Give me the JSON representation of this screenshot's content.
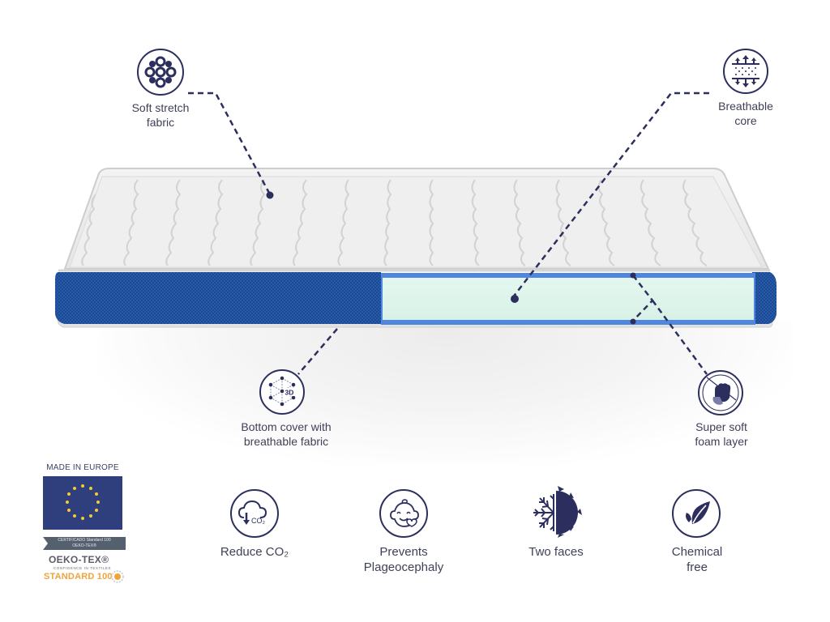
{
  "callouts": {
    "soft_stretch_fabric": {
      "icon": "fabric-weave-icon",
      "line1": "Soft stretch",
      "line2": "fabric"
    },
    "breathable_core": {
      "icon": "airflow-layers-icon",
      "line1": "Breathable",
      "line2": "core"
    },
    "bottom_cover": {
      "icon": "3d-mesh-icon",
      "icon_text": "3D",
      "line1": "Bottom cover with",
      "line2": "breathable fabric"
    },
    "super_soft_foam": {
      "icon": "hand-press-icon",
      "line1": "Super soft",
      "line2": "foam layer"
    }
  },
  "badges": {
    "made_in_europe": "MADE IN EUROPE",
    "certificate_line1": "CERTIFICADO Standard 100",
    "certificate_line2": "OEKO-TEX®",
    "oeko_tex": "OEKO-TEX®",
    "oeko_sub": "CONFIDENCE IN TEXTILES",
    "oeko_standard": "STANDARD 100"
  },
  "features": [
    {
      "icon": "cloud-co2-icon",
      "icon_text": "CO₂",
      "line1": "Reduce CO₂",
      "line2": ""
    },
    {
      "icon": "baby-face-icon",
      "line1": "Prevents",
      "line2": "Plageocephaly"
    },
    {
      "icon": "snowflake-sun-icon",
      "line1": "Two faces",
      "line2": ""
    },
    {
      "icon": "leaf-icon",
      "line1": "Chemical",
      "line2": "free"
    }
  ],
  "colors": {
    "navy": "#2c2f5e",
    "mesh_blue": "#1f4f9a",
    "foam_green": "#ddf4ea",
    "foam_band": "#4f86e0",
    "text": "#3f4156",
    "oeko_orange": "#eea43a",
    "eu_blue": "#2f3f7d",
    "eu_star": "#f3cc30"
  }
}
